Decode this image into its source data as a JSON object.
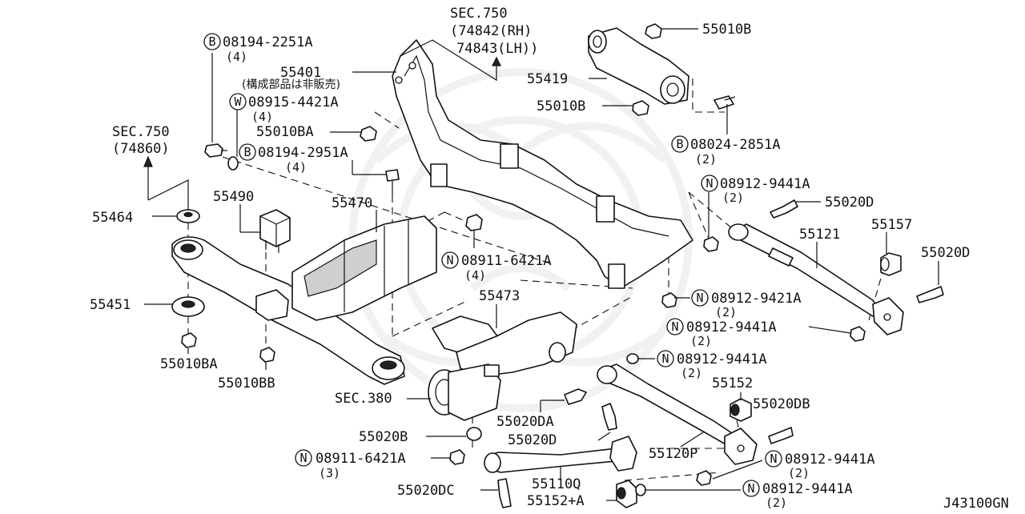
{
  "diagram_code": "J43100GN",
  "refs": {
    "sec750_top": "SEC.750",
    "ref_74842": "(74842(RH)",
    "ref_74843": "74843(LH))",
    "sec750_left": "SEC.750",
    "ref_74860": "(74860)",
    "sec380": "SEC.380"
  },
  "jp_note": "(構成部品は非販売)",
  "prefix_b": "B",
  "prefix_w": "W",
  "prefix_n": "N",
  "parts": {
    "p08194_2251A": "08194-2251A",
    "q08194_2251A": "(4)",
    "p55401": "55401",
    "p08915_4421A": "08915-4421A",
    "q08915_4421A": "(4)",
    "p55010BA_top": "55010BA",
    "p08194_2951A": "08194-2951A",
    "q08194_2951A": "(4)",
    "p55010B_top": "55010B",
    "p55419": "55419",
    "p55010B_mid": "55010B",
    "p08024_2851A": "08024-2851A",
    "q08024_2851A": "(2)",
    "p08912_9441A_a": "08912-9441A",
    "q08912_9441A_a": "(2)",
    "p55020D_a": "55020D",
    "p55121": "55121",
    "p55157": "55157",
    "p55020D_b": "55020D",
    "p55490": "55490",
    "p55470": "55470",
    "p55464": "55464",
    "p08911_6421A_a": "08911-6421A",
    "q08911_6421A_a": "(4)",
    "p08912_9421A": "08912-9421A",
    "q08912_9421A": "(2)",
    "p55473": "55473",
    "p55451": "55451",
    "p08912_9441A_b": "08912-9441A",
    "q08912_9441A_b": "(2)",
    "p55010BA_bot": "55010BA",
    "p08912_9441A_c": "08912-9441A",
    "q08912_9441A_c": "(2)",
    "p55010BB": "55010BB",
    "p55152_a": "55152",
    "p55020DB": "55020DB",
    "p55020DA": "55020DA",
    "p55020B": "55020B",
    "p55020D_c": "55020D",
    "p55120P": "55120P",
    "p08911_6421A_b": "08911-6421A",
    "q08911_6421A_b": "(3)",
    "p08912_9441A_d": "08912-9441A",
    "q08912_9441A_d": "(2)",
    "p55110Q": "55110Q",
    "p55020DC": "55020DC",
    "p55152_b": "55152+A",
    "p08912_9441A_e": "08912-9441A",
    "q08912_9441A_e": "(2)"
  }
}
